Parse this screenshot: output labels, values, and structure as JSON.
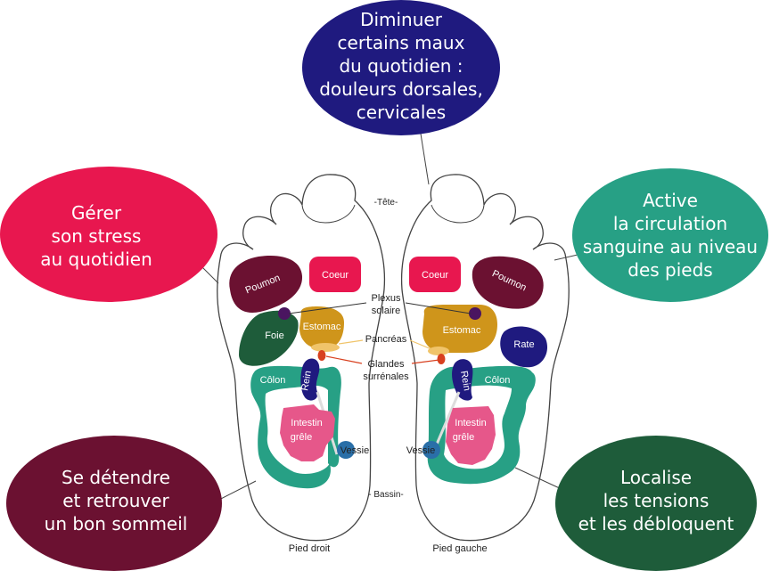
{
  "colors": {
    "navy": "#1f1a7f",
    "red": "#e8174f",
    "teal": "#27a085",
    "burgundy": "#6b1131",
    "green": "#1e5c3a",
    "gold": "#cf951b",
    "pink": "#e6578a",
    "sand": "#f0c46a",
    "orange": "#d8401f",
    "blue": "#2a6fa8"
  },
  "bubbles": {
    "top": [
      "Diminuer",
      "certains maux",
      "du quotidien :",
      "douleurs dorsales,",
      "cervicales"
    ],
    "left": [
      "Gérer",
      "son stress",
      "au quotidien"
    ],
    "right": [
      "Active",
      "la circulation",
      "sanguine au niveau",
      "des pieds"
    ],
    "bottom_left": [
      "Se détendre",
      "et retrouver",
      "un bon sommeil"
    ],
    "bottom_right": [
      "Localise",
      "les tensions",
      "et les débloquent"
    ]
  },
  "labels": {
    "tete": "-Tête-",
    "bassin": "- Bassin-",
    "pied_droit": "Pied droit",
    "pied_gauche": "Pied gauche",
    "plexus": [
      "Plexus",
      "solaire"
    ],
    "pancreas": "Pancréas",
    "glandes": [
      "Glandes",
      "surrénales"
    ]
  },
  "organs": {
    "poumon": "Poumon",
    "coeur": "Coeur",
    "foie": "Foie",
    "estomac": "Estomac",
    "rate": "Rate",
    "colon": "Côlon",
    "rein": "Rein",
    "intestin": [
      "Intestin",
      "grêle"
    ],
    "vessie": "Vessie"
  }
}
